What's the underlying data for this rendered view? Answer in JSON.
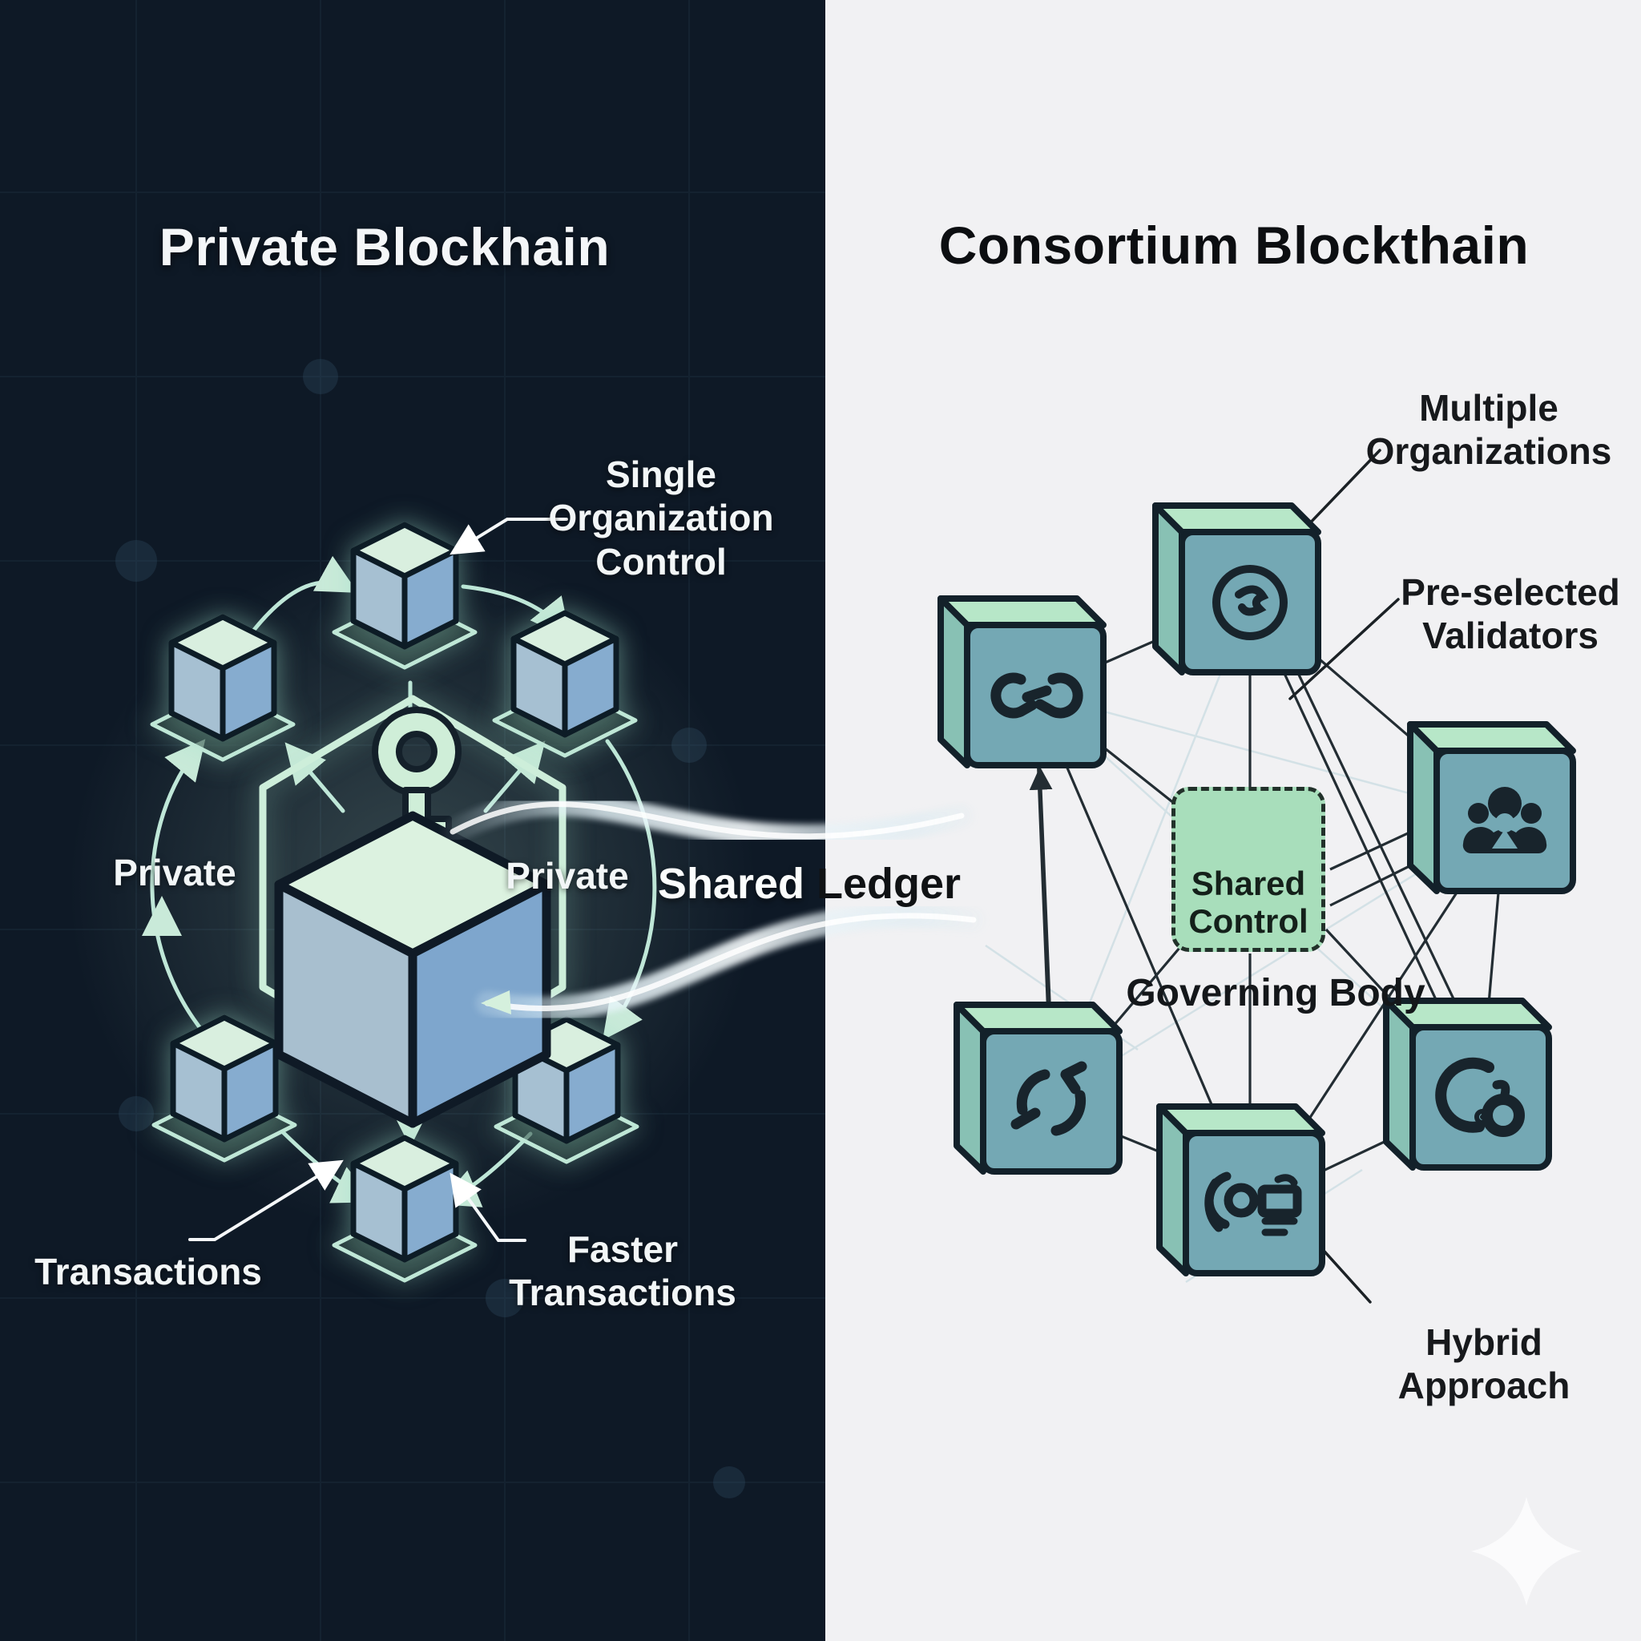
{
  "left_panel": {
    "title": "Private Blockhain",
    "labels": {
      "single_org_control": "Single\nOrganization\nControl",
      "private_left": "Private",
      "private_right": "Private",
      "transactions": "Transactions",
      "faster_transactions": "Faster\nTransactions"
    },
    "icons": [
      "key-icon",
      "block-cube-icon",
      "hexagon-ring-icon"
    ]
  },
  "divider": {
    "shared_ledger_word1": "Shared",
    "shared_ledger_word2": "Ledger"
  },
  "right_panel": {
    "title": "Consortium Blockthain",
    "labels": {
      "multiple_organizations": "Multiple\nOrganizations",
      "pre_selected_validators": "Pre-selected\nValidators",
      "hybrid_approach": "Hybrid\nApproach",
      "shared_control": "Shared\nControl",
      "governing_body": "Governing Body"
    },
    "nodes": [
      {
        "icon": "handshake-scribble-icon",
        "position": "top"
      },
      {
        "icon": "chain-links-icon",
        "position": "left"
      },
      {
        "icon": "people-group-icon",
        "position": "right"
      },
      {
        "icon": "sync-arrows-icon",
        "position": "bottom-left"
      },
      {
        "icon": "circle-dot-icon",
        "position": "bottom-right"
      },
      {
        "icon": "target-document-icon",
        "position": "bottom-center"
      },
      {
        "icon": "outline-cube-icon",
        "position": "center-governing"
      }
    ],
    "decor": [
      "sparkle-icon"
    ]
  },
  "colors": {
    "dark_bg": "#0e1926",
    "light_bg": "#f1f1f3",
    "mint_accent": "#c9ead9",
    "cube_top": "#d9efdf",
    "cube_left": "#a6c0d2",
    "cube_right": "#86accf",
    "teal_cube_front": "#74a8b4",
    "teal_cube_top": "#b7e7c8",
    "teal_cube_side": "#88c1b4",
    "green_box": "#a8debb",
    "line_dark": "#232d33",
    "text_light": "#f2f6f7",
    "text_dark": "#17191c"
  }
}
